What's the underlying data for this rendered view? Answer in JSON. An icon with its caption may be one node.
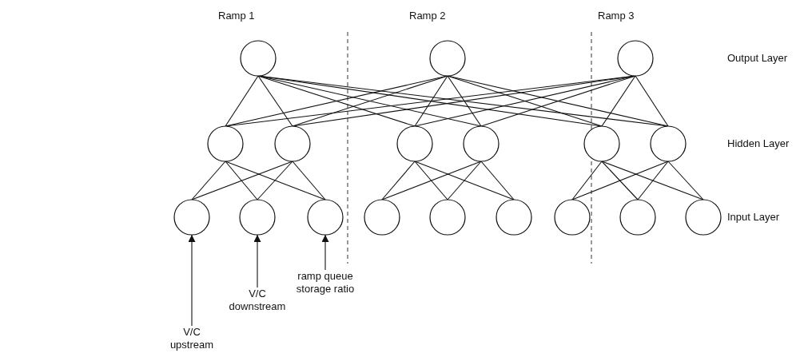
{
  "diagram": {
    "nodes": [
      {
        "text": [],
        "shape": "circle"
      },
      {
        "text": [],
        "shape": "circle"
      },
      {
        "text": [],
        "shape": "circle"
      },
      {
        "text": [],
        "shape": "circle"
      },
      {
        "text": [],
        "shape": "circle"
      },
      {
        "text": [],
        "shape": "circle"
      },
      {
        "text": [],
        "shape": "circle"
      },
      {
        "text": [],
        "shape": "circle"
      },
      {
        "text": [],
        "shape": "circle"
      },
      {
        "text": [],
        "shape": "circle"
      },
      {
        "text": [],
        "shape": "circle"
      },
      {
        "text": [],
        "shape": "circle"
      },
      {
        "text": [],
        "shape": "circle"
      },
      {
        "text": [],
        "shape": "circle"
      },
      {
        "text": [],
        "shape": "circle"
      },
      {
        "text": [],
        "shape": "circle"
      },
      {
        "text": [],
        "shape": "circle"
      },
      {
        "text": [],
        "shape": "circle"
      },
      {
        "text": [
          "ramp queue storage ratio"
        ]
      },
      {
        "text": [
          "V/C downstream"
        ]
      },
      {
        "text": [
          "V/C upstream"
        ]
      }
    ],
    "edges": [
      {
        "from": 3,
        "to": 0,
        "arrow": "none"
      },
      {
        "from": 3,
        "to": 1,
        "arrow": "none"
      },
      {
        "from": 3,
        "to": 2,
        "arrow": "none"
      },
      {
        "from": 4,
        "to": 0,
        "arrow": "none"
      },
      {
        "from": 4,
        "to": 1,
        "arrow": "none"
      },
      {
        "from": 4,
        "to": 2,
        "arrow": "none"
      },
      {
        "from": 5,
        "to": 0,
        "arrow": "none"
      },
      {
        "from": 5,
        "to": 1,
        "arrow": "none"
      },
      {
        "from": 5,
        "to": 2,
        "arrow": "none"
      },
      {
        "from": 6,
        "to": 0,
        "arrow": "none"
      },
      {
        "from": 6,
        "to": 1,
        "arrow": "none"
      },
      {
        "from": 6,
        "to": 2,
        "arrow": "none"
      },
      {
        "from": 7,
        "to": 0,
        "arrow": "none"
      },
      {
        "from": 7,
        "to": 1,
        "arrow": "none"
      },
      {
        "from": 7,
        "to": 2,
        "arrow": "none"
      },
      {
        "from": 8,
        "to": 0,
        "arrow": "none"
      },
      {
        "from": 8,
        "to": 1,
        "arrow": "none"
      },
      {
        "from": 8,
        "to": 2,
        "arrow": "none"
      },
      {
        "from": 9,
        "to": 3,
        "arrow": "none"
      },
      {
        "from": 9,
        "to": 4,
        "arrow": "none"
      },
      {
        "from": 10,
        "to": 3,
        "arrow": "none"
      },
      {
        "from": 10,
        "to": 4,
        "arrow": "none"
      },
      {
        "from": 11,
        "to": 3,
        "arrow": "none"
      },
      {
        "from": 11,
        "to": 4,
        "arrow": "none"
      },
      {
        "from": 12,
        "to": 5,
        "arrow": "none"
      },
      {
        "from": 12,
        "to": 6,
        "arrow": "none"
      },
      {
        "from": 13,
        "to": 5,
        "arrow": "none"
      },
      {
        "from": 13,
        "to": 6,
        "arrow": "none"
      },
      {
        "from": 14,
        "to": 5,
        "arrow": "none"
      },
      {
        "from": 14,
        "to": 6,
        "arrow": "none"
      },
      {
        "from": 15,
        "to": 7,
        "arrow": "none"
      },
      {
        "from": 15,
        "to": 8,
        "arrow": "none"
      },
      {
        "from": 16,
        "to": 7,
        "arrow": "none"
      },
      {
        "from": 16,
        "to": 8,
        "arrow": "none"
      },
      {
        "from": 17,
        "to": 7,
        "arrow": "none"
      },
      {
        "from": 17,
        "to": 8,
        "arrow": "none"
      },
      {
        "from": 20,
        "to": 9,
        "arrow": "to"
      },
      {
        "from": 19,
        "to": 10,
        "arrow": "to"
      },
      {
        "from": 18,
        "to": 11,
        "arrow": "to"
      }
    ],
    "labels": [
      "Ramp 1",
      "Ramp 2",
      "Ramp 3",
      "Output Layer",
      "Hidden Layer",
      "Input Layer"
    ]
  }
}
